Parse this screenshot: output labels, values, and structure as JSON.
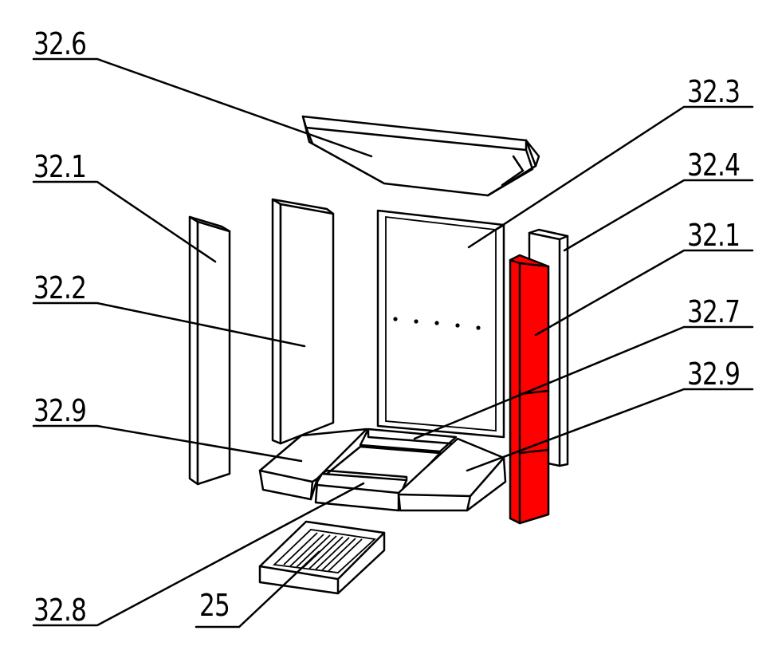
{
  "labels": {
    "top_left_1": "32.6",
    "left_2": "32.1",
    "left_3": "32.2",
    "left_4": "32.9",
    "left_5": "32.8",
    "bottom_mid": "25",
    "right_1": "32.3",
    "right_2": "32.4",
    "right_3": "32.1",
    "right_4": "32.7",
    "right_5": "32.9"
  },
  "highlight_color": "#ff0000"
}
